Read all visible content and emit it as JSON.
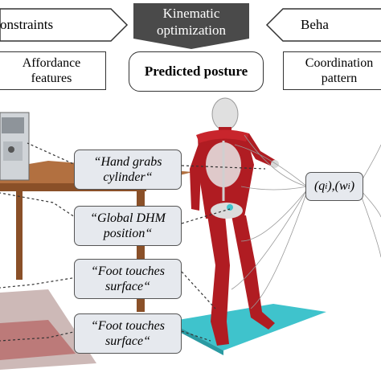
{
  "header": {
    "left_arrow_label": "onstraints",
    "center_label_line1": "Kinematic",
    "center_label_line2": "optimization",
    "right_arrow_label": "Beha"
  },
  "boxes": {
    "affordance_line1": "Affordance",
    "affordance_line2": "features",
    "predicted_posture": "Predicted posture",
    "coordination_line1": "Coordination",
    "coordination_line2": "pattern"
  },
  "quotes": [
    {
      "line1": "“Hand grabs",
      "line2": "cylinder“"
    },
    {
      "line1": "“Global DHM",
      "line2": "position“"
    },
    {
      "line1": "“Foot touches",
      "line2": "surface“"
    },
    {
      "line1": "“Foot touches",
      "line2": "surface“"
    }
  ],
  "variables": {
    "q": "(q",
    "q_sub": "i",
    "mid": "),(w",
    "w_sub": "i",
    "end": ")"
  },
  "colors": {
    "center_banner": "#4a4a4a",
    "muscle": "#b01c22",
    "bone": "#e8e8e8",
    "platform": "#3fc3cc",
    "table": "#a8683a",
    "floor": "#c9b2b0",
    "floor_mat": "#b96a6a",
    "quote_fill": "#e6e9ee"
  }
}
